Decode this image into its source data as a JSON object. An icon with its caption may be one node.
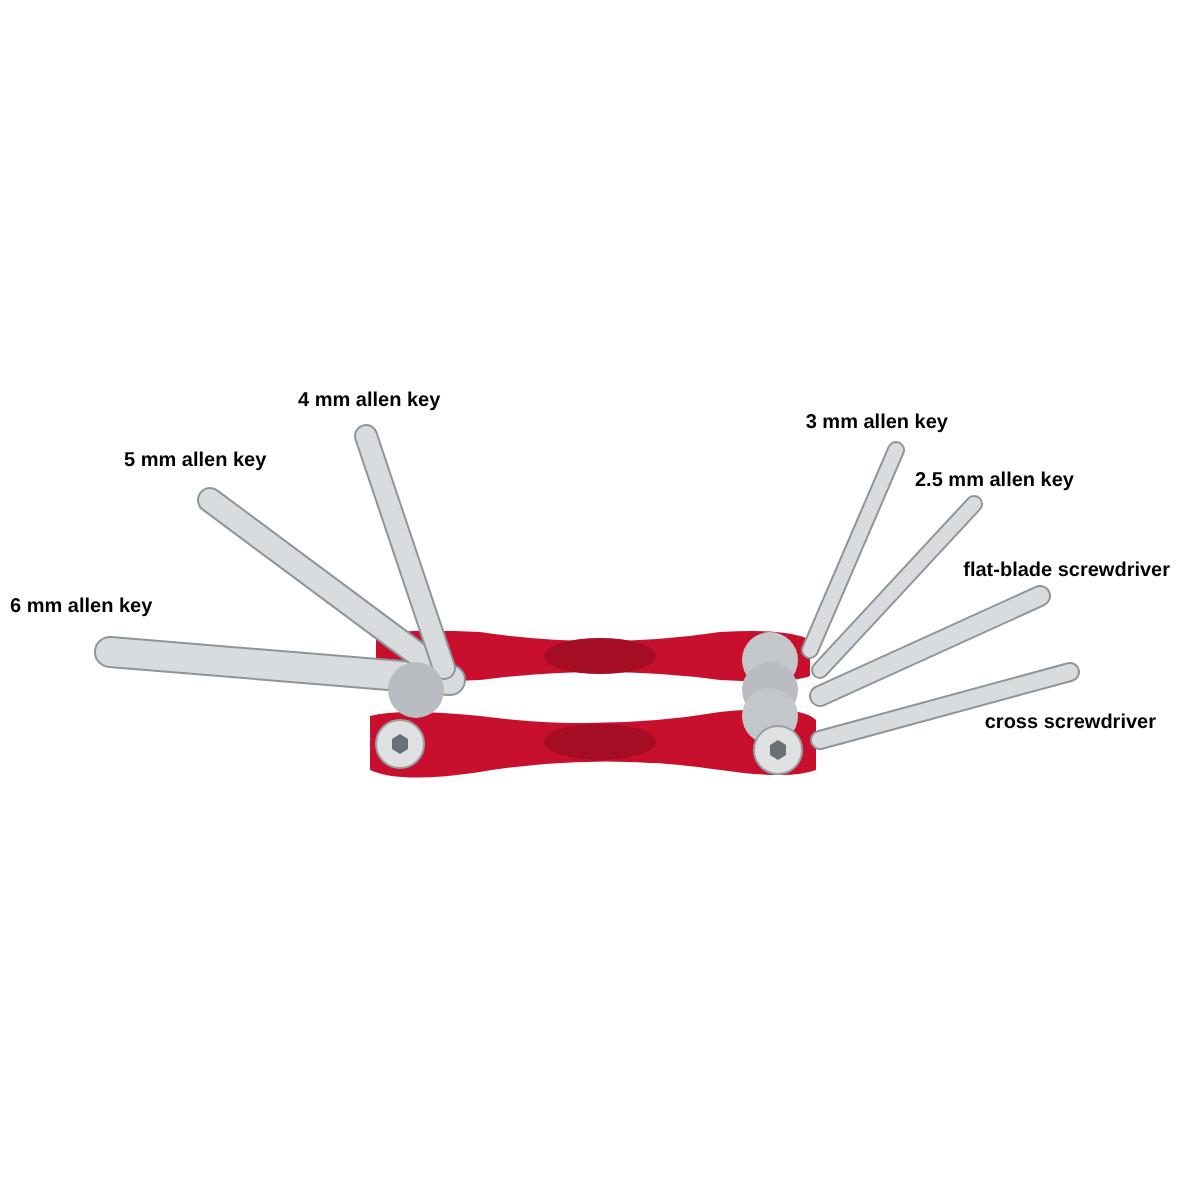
{
  "diagram": {
    "labels": [
      "4 mm allen key",
      "3 mm allen key",
      "5 mm allen key",
      "2.5 mm allen key",
      "flat-blade screwdriver",
      "6 mm allen key",
      "cross screwdriver"
    ]
  }
}
